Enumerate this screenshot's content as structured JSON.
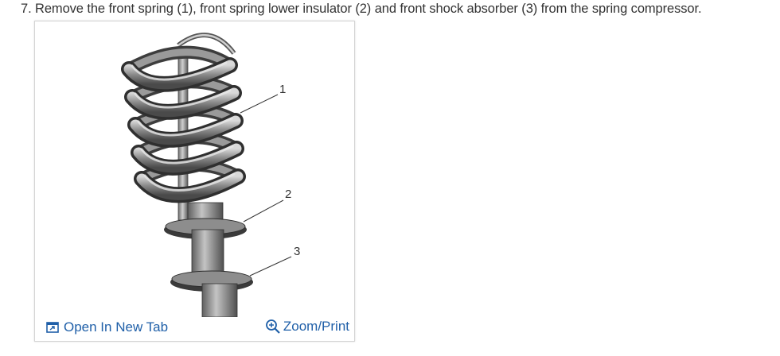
{
  "step": {
    "text": "7. Remove the front spring (1), front spring lower insulator (2) and front shock absorber (3) from the spring compressor."
  },
  "figure": {
    "callouts": [
      "1",
      "2",
      "3"
    ],
    "open_tab_label": "Open In New Tab",
    "zoom_label": "Zoom/Print"
  },
  "colors": {
    "link": "#1f5fa8",
    "text": "#333333",
    "border": "#d4d4d4"
  }
}
